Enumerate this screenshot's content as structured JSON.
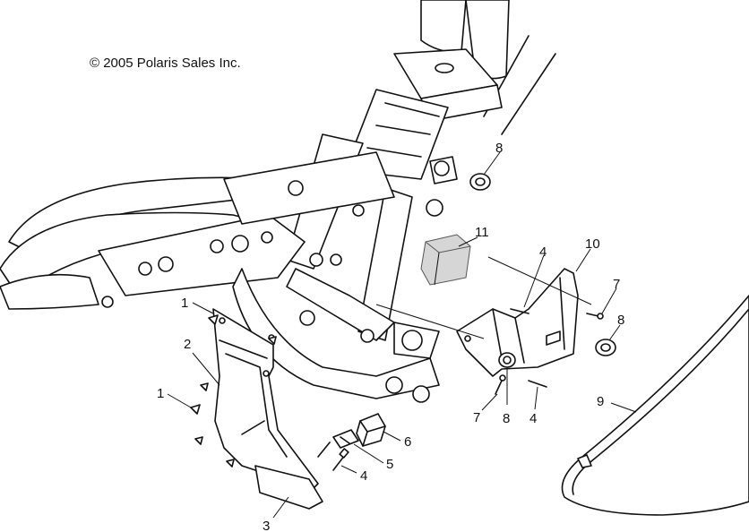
{
  "copyright": "© 2005 Polaris Sales Inc.",
  "callouts": {
    "c1a": "1",
    "c1b": "1",
    "c2": "2",
    "c3": "3",
    "c4a": "4",
    "c4b": "4",
    "c4c": "4",
    "c5": "5",
    "c6": "6",
    "c7a": "7",
    "c7b": "7",
    "c8a": "8",
    "c8b": "8",
    "c8c": "8",
    "c9": "9",
    "c10": "10",
    "c11": "11"
  }
}
